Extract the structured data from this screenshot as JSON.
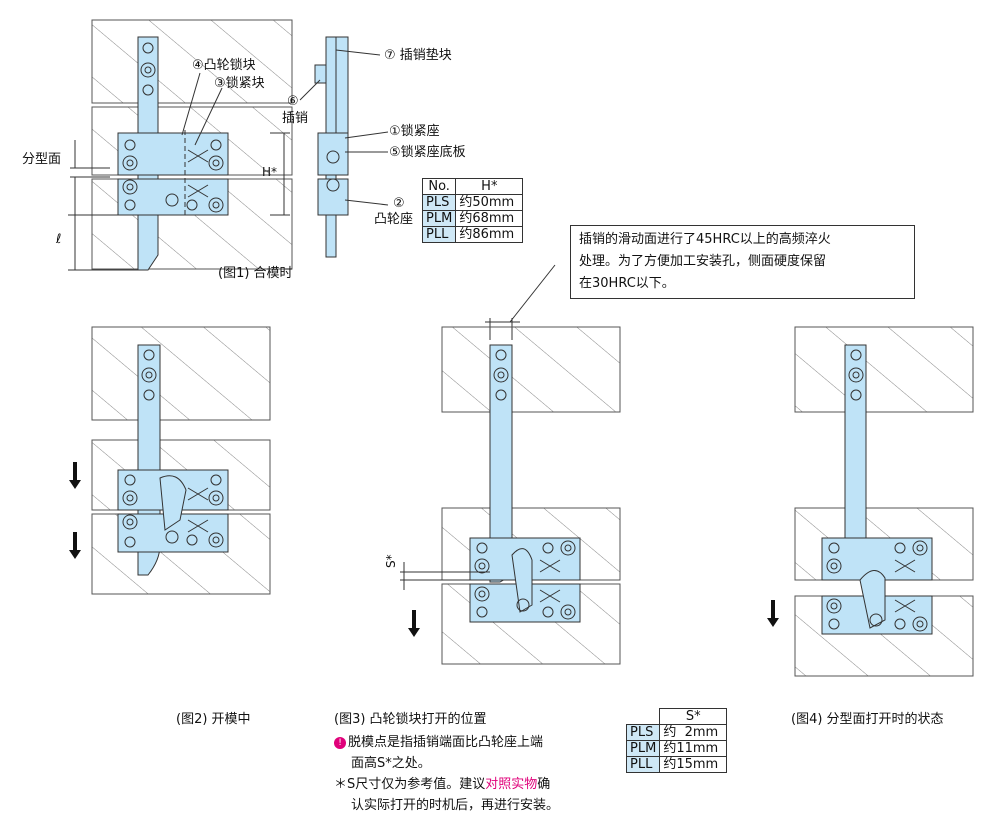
{
  "colors": {
    "part_fill": "#bfe3f7",
    "table_key": "#cfe8f6",
    "mold_hatch": "#888888",
    "highlight": "#e0007a"
  },
  "fig1": {
    "caption": "(图1) 合模时",
    "label_parting": "分型面",
    "label_h": "H*",
    "label_l": "ℓ",
    "parts": {
      "p4": "④凸轮锁块",
      "p3": "③锁紧块",
      "p6_num": "⑥",
      "p6_name": "插销",
      "p7": "⑦ 插销垫块",
      "p1": "①锁紧座",
      "p5": "⑤锁紧座底板",
      "p2_num": "②",
      "p2_name": "凸轮座"
    }
  },
  "table_h": {
    "header": [
      "No.",
      "H*"
    ],
    "rows": [
      [
        "PLS",
        "约50mm"
      ],
      [
        "PLM",
        "约68mm"
      ],
      [
        "PLL",
        "约86mm"
      ]
    ]
  },
  "callout": {
    "line1": "插销的滑动面进行了45HRC以上的高频淬火",
    "line2": "处理。为了方便加工安装孔，侧面硬度保留",
    "line3": "在30HRC以下。"
  },
  "fig2": {
    "caption": "(图2) 开模中"
  },
  "fig3": {
    "caption": "(图3) 凸轮锁块打开的位置",
    "label_s": "S*",
    "note_line1": "脱模点是指插销端面比凸轮座上端",
    "note_line2": "面高S*之处。",
    "note_line3_a": "＊S尺寸仅为参考值。建议",
    "note_line3_b": "对照实物",
    "note_line3_c": "确",
    "note_line4": "认实际打开的时机后，再进行安装。"
  },
  "table_s": {
    "header": [
      "",
      "S*"
    ],
    "rows": [
      [
        "PLS",
        "约  2mm"
      ],
      [
        "PLM",
        "约11mm"
      ],
      [
        "PLL",
        "约15mm"
      ]
    ]
  },
  "fig4": {
    "caption": "(图4) 分型面打开时的状态"
  }
}
